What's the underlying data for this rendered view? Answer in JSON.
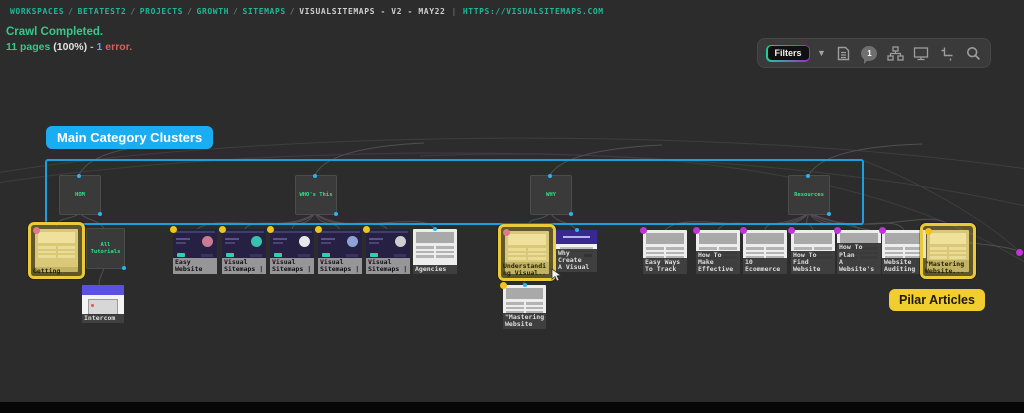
{
  "breadcrumb": {
    "segments": [
      "WORKSPACES",
      "BETATEST2",
      "PROJECTS",
      "GROWTH",
      "SITEMAPS"
    ],
    "separator": "/",
    "current": "VISUALSITEMAPS - V2 - MAY22",
    "divider": "|",
    "url": "HTTPS://VISUALSITEMAPS.COM"
  },
  "status": {
    "title": "Crawl Completed.",
    "pages": "11 pages",
    "percent": "(100%)",
    "dash": "-",
    "error_number": "1",
    "error_word": "error."
  },
  "toolbar": {
    "filters_label": "Filters",
    "comment_badge": "1",
    "icons": [
      "chevron-down-icon",
      "document-icon",
      "comment-bubble-icon",
      "sitemap-icon",
      "screen-icon",
      "crop-icon",
      "search-icon"
    ]
  },
  "annotations": {
    "main_category": "Main Category Clusters",
    "pilar": "Pilar Articles"
  },
  "category_nodes": [
    {
      "id": "hom",
      "label": "HOM"
    },
    {
      "id": "who",
      "label": "WHO's This"
    },
    {
      "id": "why",
      "label": "WHY"
    },
    {
      "id": "resources",
      "label": "Resources"
    }
  ],
  "thumbnails": [
    {
      "id": "getting",
      "label": "Getting",
      "dot": "pink",
      "style": "wireframe",
      "highlighted": true
    },
    {
      "id": "all-tutorials",
      "label": "All\nTutorials",
      "dot": null,
      "style": "text-node",
      "highlighted": false
    },
    {
      "id": "intercom",
      "label": "Intercom",
      "dot": null,
      "style": "intercom",
      "highlighted": false
    },
    {
      "id": "easy-website",
      "label": "Easy\nWebsite",
      "dot": "yellow",
      "style": "dark-site",
      "highlighted": false
    },
    {
      "id": "visual-sitemaps-1",
      "label": "Visual\nSitemaps |",
      "dot": "yellow",
      "style": "dark-site",
      "highlighted": false
    },
    {
      "id": "visual-sitemaps-2",
      "label": "Visual\nSitemaps |",
      "dot": "yellow",
      "style": "dark-site",
      "highlighted": false
    },
    {
      "id": "visual-sitemaps-3",
      "label": "Visual\nSitemaps |",
      "dot": "yellow",
      "style": "dark-site",
      "highlighted": false
    },
    {
      "id": "visual-sitemaps-4",
      "label": "Visual\nSitemaps |",
      "dot": "yellow",
      "style": "dark-site",
      "highlighted": false
    },
    {
      "id": "agencies",
      "label": "Agencies",
      "dot": null,
      "style": "wireframe",
      "highlighted": false
    },
    {
      "id": "understanding",
      "label": "Understandi\nng Visual..",
      "dot": "pink",
      "style": "wireframe",
      "highlighted": true
    },
    {
      "id": "why-create",
      "label": "Why Create\nA Visual",
      "dot": null,
      "style": "purple-header",
      "highlighted": false
    },
    {
      "id": "mastering-mid",
      "label": "\"Mastering\nWebsite",
      "dot": "yellow",
      "style": "wireframe",
      "highlighted": false
    },
    {
      "id": "easy-ways",
      "label": "Easy Ways\nTo Track",
      "dot": "magenta",
      "style": "wireframe",
      "highlighted": false
    },
    {
      "id": "how-to-make",
      "label": "How To Make\nEffective",
      "dot": "magenta",
      "style": "wireframe",
      "highlighted": false
    },
    {
      "id": "ecommerce",
      "label": "10\nEcommerce",
      "dot": "magenta",
      "style": "wireframe",
      "highlighted": false
    },
    {
      "id": "how-to-find",
      "label": "How To Find\nWebsite",
      "dot": "magenta",
      "style": "wireframe",
      "highlighted": false
    },
    {
      "id": "how-to-plan",
      "label": "How To Plan\nA Website's",
      "dot": "magenta",
      "style": "wireframe",
      "highlighted": false
    },
    {
      "id": "website-auditing",
      "label": "Website\nAuditing",
      "dot": "magenta",
      "style": "wireframe",
      "highlighted": false
    },
    {
      "id": "mastering-right",
      "label": "\"Mastering\nWebsite...",
      "dot": "yellow",
      "style": "wireframe",
      "highlighted": true
    }
  ],
  "colors": {
    "accent_cyan": "#1badf2",
    "selection_blue": "#1b9fdd",
    "highlight_yellow": "#e9ca38",
    "annotation_yellow": "#f2cd2f",
    "success_green": "#35c98a",
    "error_red": "#d95f5f",
    "link_teal": "#1fb796",
    "node_text_green": "#2ee08a",
    "dot_yellow": "#f3c21c",
    "dot_pink": "#e0798a",
    "dot_magenta": "#bf35d8"
  }
}
